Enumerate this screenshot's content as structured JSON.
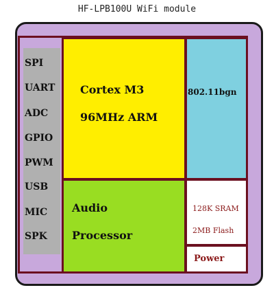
{
  "title": "HF-LPB100U WiFi module",
  "interfaces": [
    "SPI",
    "UART",
    "ADC",
    "GPIO",
    "PWM",
    "USB",
    "MIC",
    "SPK"
  ],
  "cpu": {
    "line1": "Cortex M3",
    "line2": "96MHz ARM"
  },
  "wifi": {
    "label": "802.11bgn"
  },
  "audio": {
    "line1": "Audio",
    "line2": "Processor"
  },
  "memory": {
    "line1": "128K SRAM",
    "line2": "2MB Flash"
  },
  "power": {
    "label": "Power"
  },
  "colors": {
    "module": "#c8a8dc",
    "border": "#6b1020",
    "interfaces": "#b0b0b0",
    "cpu": "#ffee00",
    "wifi": "#7fd0e0",
    "audio": "#99dd22",
    "memory": "#ffffff",
    "power": "#ffffff"
  }
}
